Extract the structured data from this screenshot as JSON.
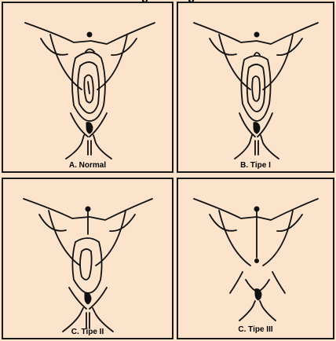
{
  "header": {
    "title_fragment": "p             p"
  },
  "panels": [
    {
      "caption": "A. Normal"
    },
    {
      "caption": "B. Tipe I"
    },
    {
      "caption": "C. Tipe II"
    },
    {
      "caption": "C. Tipe III"
    }
  ]
}
